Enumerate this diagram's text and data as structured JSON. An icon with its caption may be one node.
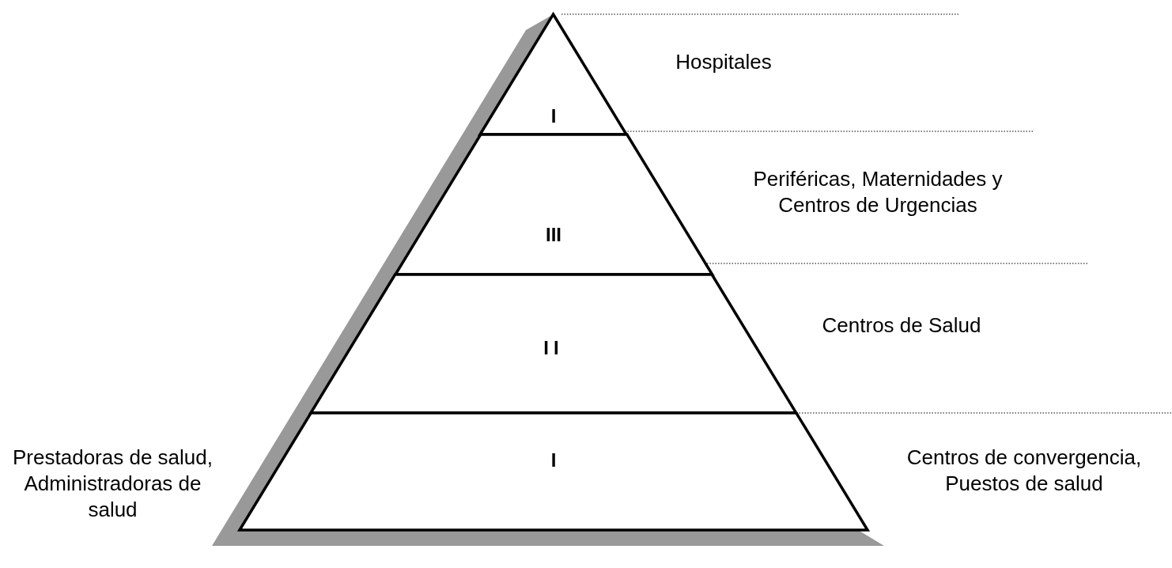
{
  "diagram": {
    "nodes": [
      {
        "text": [
          "I"
        ],
        "beside": [
          "Hospitales"
        ]
      },
      {
        "text": [
          "III"
        ],
        "beside": [
          "Periféricas, Maternidades y Centros de Urgencias"
        ]
      },
      {
        "text": [
          "II"
        ],
        "beside": [
          "Centros de Salud"
        ]
      },
      {
        "text": [
          "I"
        ],
        "beside": [
          "Centros de convergencia, Puestos de salud"
        ]
      }
    ],
    "labels": [
      "Prestadoras de salud, Administradoras de salud"
    ]
  }
}
